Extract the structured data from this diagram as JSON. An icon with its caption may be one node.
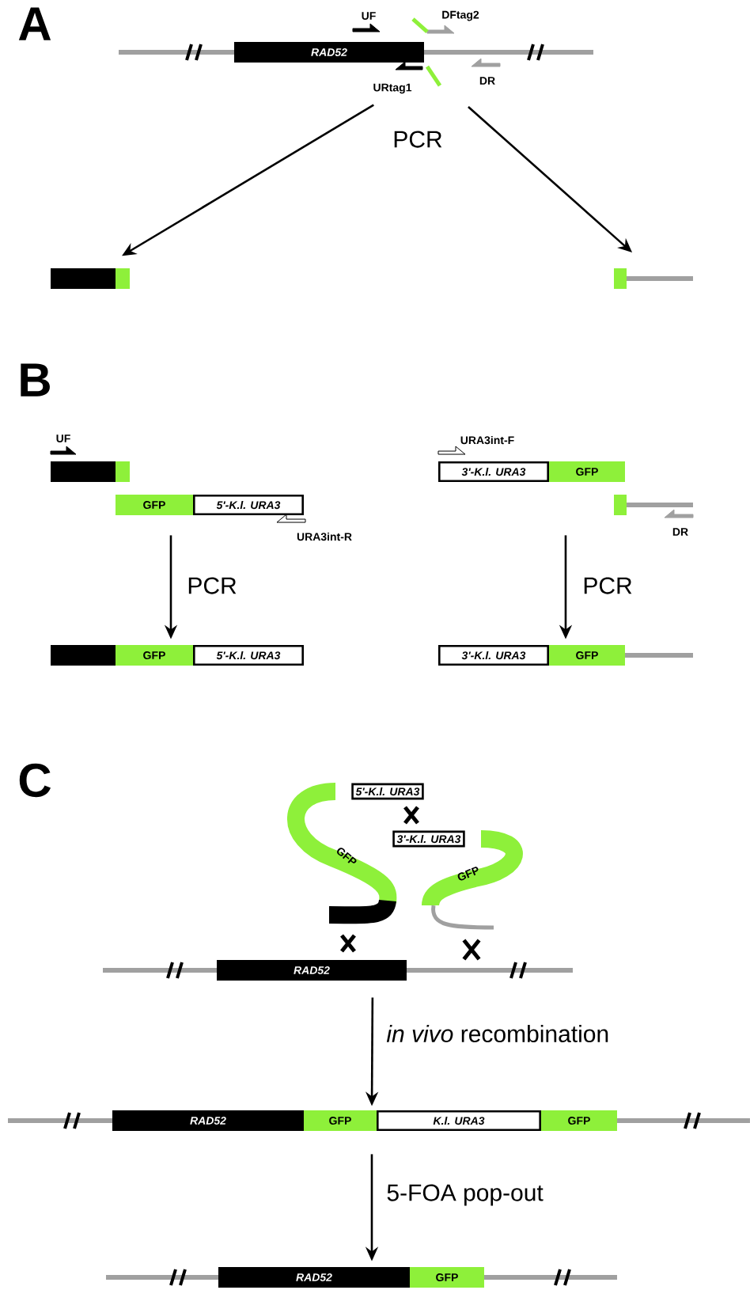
{
  "diagram": {
    "nodes": [
      {
        "text": [
          "RAD52"
        ]
      },
      {
        "text": [],
        "shape": "bar"
      },
      {
        "text": [],
        "shape": "bar"
      },
      {
        "text": [
          "GFP",
          "5'-K.l. URA3"
        ]
      },
      {
        "text": [
          "GFP",
          "5'-K.l. URA3"
        ]
      },
      {
        "text": [
          "3'-K.l. URA3",
          "GFP"
        ]
      },
      {
        "text": [
          "3'-K.l. URA3",
          "GFP"
        ]
      },
      {
        "text": [
          "RAD52"
        ]
      },
      {
        "text": [
          "RAD52",
          "GFP",
          "K.l. URA3",
          "GFP"
        ]
      },
      {
        "text": [
          "RAD52",
          "GFP"
        ]
      }
    ],
    "edges": [
      {
        "from": 0,
        "to": 1,
        "arrow": "to"
      },
      {
        "from": 0,
        "to": 2,
        "arrow": "to"
      },
      {
        "from": 3,
        "to": 4,
        "arrow": "to",
        "label": "PCR"
      },
      {
        "from": 5,
        "to": 6,
        "arrow": "to",
        "label": "PCR"
      },
      {
        "from": 7,
        "to": 8,
        "arrow": "to",
        "label": "*in vivo* recombination"
      },
      {
        "from": 8,
        "to": 9,
        "arrow": "to",
        "label": "5-FOA pop-out"
      }
    ],
    "labels": [
      "A",
      "UF",
      "DFtag2",
      "URtag1",
      "DR",
      "PCR",
      "B",
      "UF",
      "URA3int-R",
      "URA3int-F",
      "DR",
      "C",
      "5'-K.l. URA3",
      "3'-K.l. URA3",
      "GFP",
      "GFP"
    ]
  }
}
